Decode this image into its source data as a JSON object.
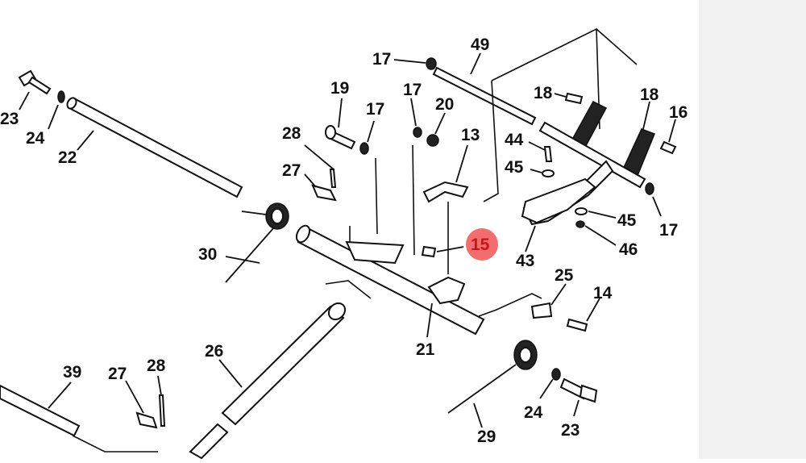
{
  "colors": {
    "background": "#ffffff",
    "line": "#111111",
    "page_edge": "#f2f2f2",
    "highlight": "#f26d6d",
    "highlight_text": "#c4161c"
  },
  "callouts": {
    "c17a": "17",
    "c49": "49",
    "c18a": "18",
    "c18b": "18",
    "c16": "16",
    "c19": "19",
    "c17b": "17",
    "c17c": "17",
    "c20": "20",
    "c13": "13",
    "c44": "44",
    "c45a": "45",
    "c28a": "28",
    "c27a": "27",
    "c23a": "23",
    "c24a": "24",
    "c22": "22",
    "c45b": "45",
    "c17d": "17",
    "c46": "46",
    "c15": "15",
    "c43": "43",
    "c30": "30",
    "c25": "25",
    "c14": "14",
    "c21": "21",
    "c26": "26",
    "c39": "39",
    "c27b": "27",
    "c28b": "28",
    "c24b": "24",
    "c23b": "23",
    "c29": "29"
  },
  "highlighted_part": "15"
}
